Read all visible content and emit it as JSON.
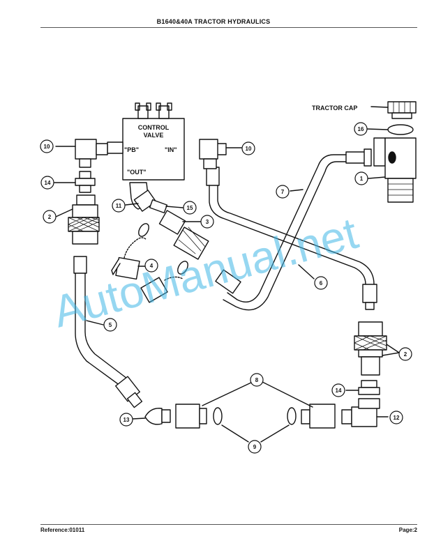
{
  "header": {
    "title": "B1640&40A TRACTOR HYDRAULICS"
  },
  "footer": {
    "reference": "Reference:01011",
    "page": "Page:2"
  },
  "diagram": {
    "labels": {
      "control_valve_line1": "CONTROL",
      "control_valve_line2": "VALVE",
      "port_pb": "\"PB\"",
      "port_in": "\"IN\"",
      "port_out": "\"OUT\"",
      "tractor_cap": "TRACTOR CAP"
    },
    "callouts": [
      "1",
      "2",
      "2",
      "3",
      "4",
      "5",
      "6",
      "7",
      "8",
      "9",
      "10",
      "10",
      "11",
      "12",
      "13",
      "14",
      "14",
      "15",
      "16"
    ]
  },
  "watermark": {
    "text": "AutoManual.net"
  }
}
